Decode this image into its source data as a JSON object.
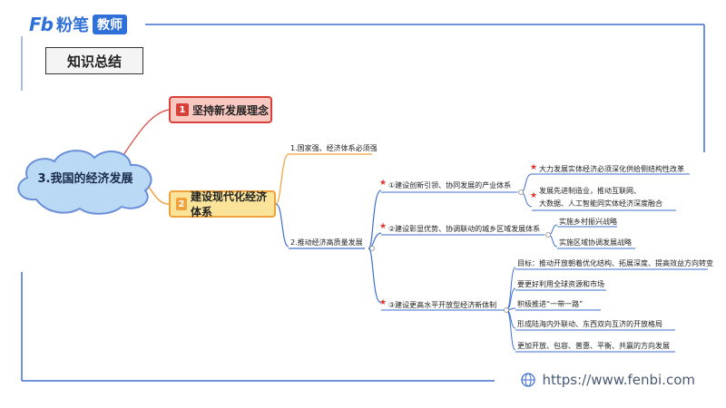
{
  "header": {
    "logo_mark": "Fb",
    "logo_name": "粉笔",
    "logo_badge": "教师",
    "section_title": "知识总结"
  },
  "mindmap": {
    "root": "3.我国的经济发展",
    "node1": {
      "num": "1",
      "label": "坚持新发展理念"
    },
    "node2": {
      "num": "2",
      "label": "建设现代化经济体系"
    },
    "branch_a": "1.国家强、经济体系必须强",
    "branch_b": "2.推动经济高质量发展",
    "sub1": {
      "label": "①建设创新引领、协同发展的产业体系",
      "items": [
        "大力发展实体经济必须深化供给侧结构性改革",
        "发展先进制造业，推动互联网、",
        "大数据、人工智能同实体经济深度融合"
      ]
    },
    "sub2": {
      "label": "②建设彰显优势、协调联动的城乡区域发展体系",
      "items": [
        "实施乡村振兴战略",
        "实施区域协调发展战略"
      ]
    },
    "sub3": {
      "label": "③建设更高水平开放型经济新体制",
      "items": [
        "目标：推动开放朝着优化结构、拓展深度、提高效益方向转变",
        "要更好利用全球资源和市场",
        "积极推进“一带一路”",
        "形成陆海内外联动、东西双向互济的开放格局",
        "更加开放、包容、普惠、平衡、共赢的方向发展"
      ]
    }
  },
  "footer": {
    "url": "https://www.fenbi.com"
  },
  "colors": {
    "brand": "#2f6fd8",
    "red": "#d8413a",
    "orange": "#f0a23a",
    "cloud": "#b9d9f5",
    "line": "#6a8ed8"
  }
}
